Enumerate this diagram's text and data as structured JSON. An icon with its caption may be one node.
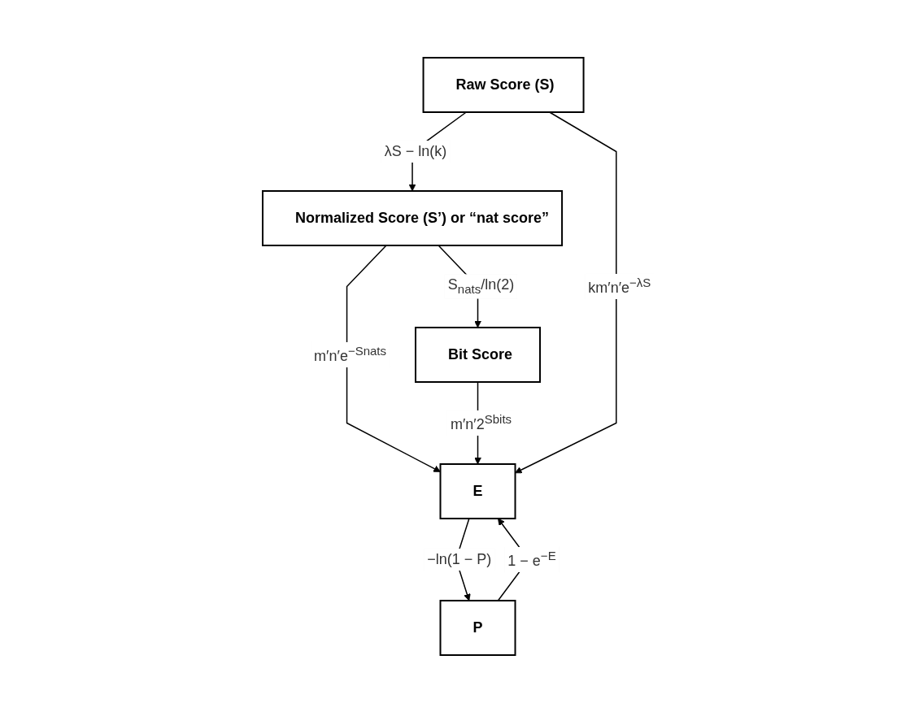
{
  "diagram": {
    "nodes": [
      {
        "text": [
          "Raw Score (S)"
        ]
      },
      {
        "text": [
          "Normalized Score (S’) or “nat score”"
        ]
      },
      {
        "text": [
          "Bit Score"
        ]
      },
      {
        "text": [
          "E"
        ]
      },
      {
        "text": [
          "P"
        ]
      }
    ],
    "edges": [
      {
        "from": 0,
        "to": 1,
        "arrow": "to",
        "label": "λS − ln(k)"
      },
      {
        "from": 1,
        "to": 2,
        "arrow": "to",
        "label": "S$_{nats}$/ln(2)"
      },
      {
        "from": 1,
        "to": 3,
        "arrow": "to",
        "label": "m′n′e$^{−Snats}$"
      },
      {
        "from": 2,
        "to": 3,
        "arrow": "to",
        "label": "m′n′2$^{Sbits}$"
      },
      {
        "from": 0,
        "to": 3,
        "arrow": "to",
        "label": "km′n′e$^{−λS}$"
      },
      {
        "from": 3,
        "to": 4,
        "arrow": "to",
        "label": "−ln(1 − P)"
      },
      {
        "from": 4,
        "to": 3,
        "arrow": "to",
        "label": "1 − e$^{−E}$"
      }
    ]
  }
}
